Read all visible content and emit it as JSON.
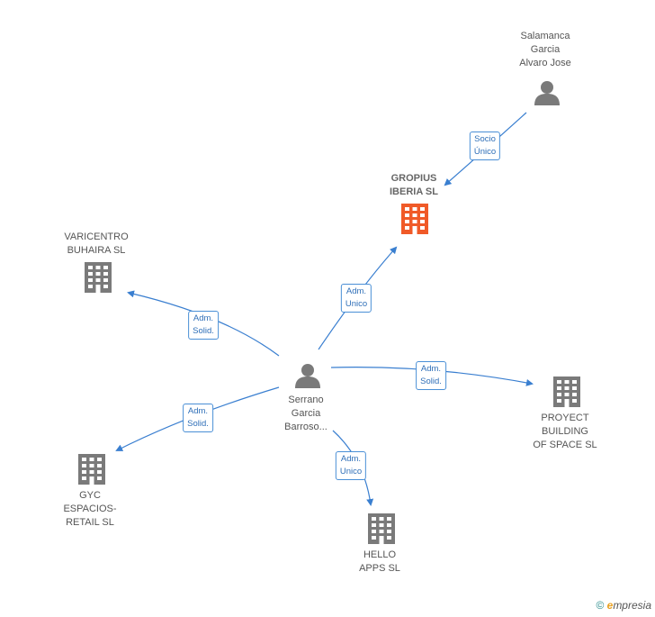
{
  "nodes": {
    "salamanca": {
      "label": "Salamanca\nGarcia\nAlvaro Jose"
    },
    "gropius": {
      "label": "GROPIUS\nIBERIA  SL"
    },
    "varicentro": {
      "label": "VARICENTRO\nBUHAIRA  SL"
    },
    "serrano": {
      "label": "Serrano\nGarcia\nBarroso..."
    },
    "proyect": {
      "label": "PROYECT\nBUILDING\nOF SPACE SL"
    },
    "gyc": {
      "label": "GYC\nESPACIOS-\nRETAIL  SL"
    },
    "hello": {
      "label": "HELLO\nAPPS SL"
    }
  },
  "edges": {
    "socio": "Socio\nÚnico",
    "adm_gropius": "Adm.\nUnico",
    "adm_varicentro": "Adm.\nSolid.",
    "adm_proyect": "Adm.\nSolid.",
    "adm_gyc": "Adm.\nSolid.",
    "adm_hello": "Adm.\nUnico"
  },
  "footer": {
    "copyright": "©",
    "brand_initial": "e",
    "brand_rest": "mpresia"
  },
  "colors": {
    "edge": "#3a7fd0",
    "person": "#7a7a7a",
    "company": "#7a7a7a",
    "highlight": "#f05a28"
  }
}
